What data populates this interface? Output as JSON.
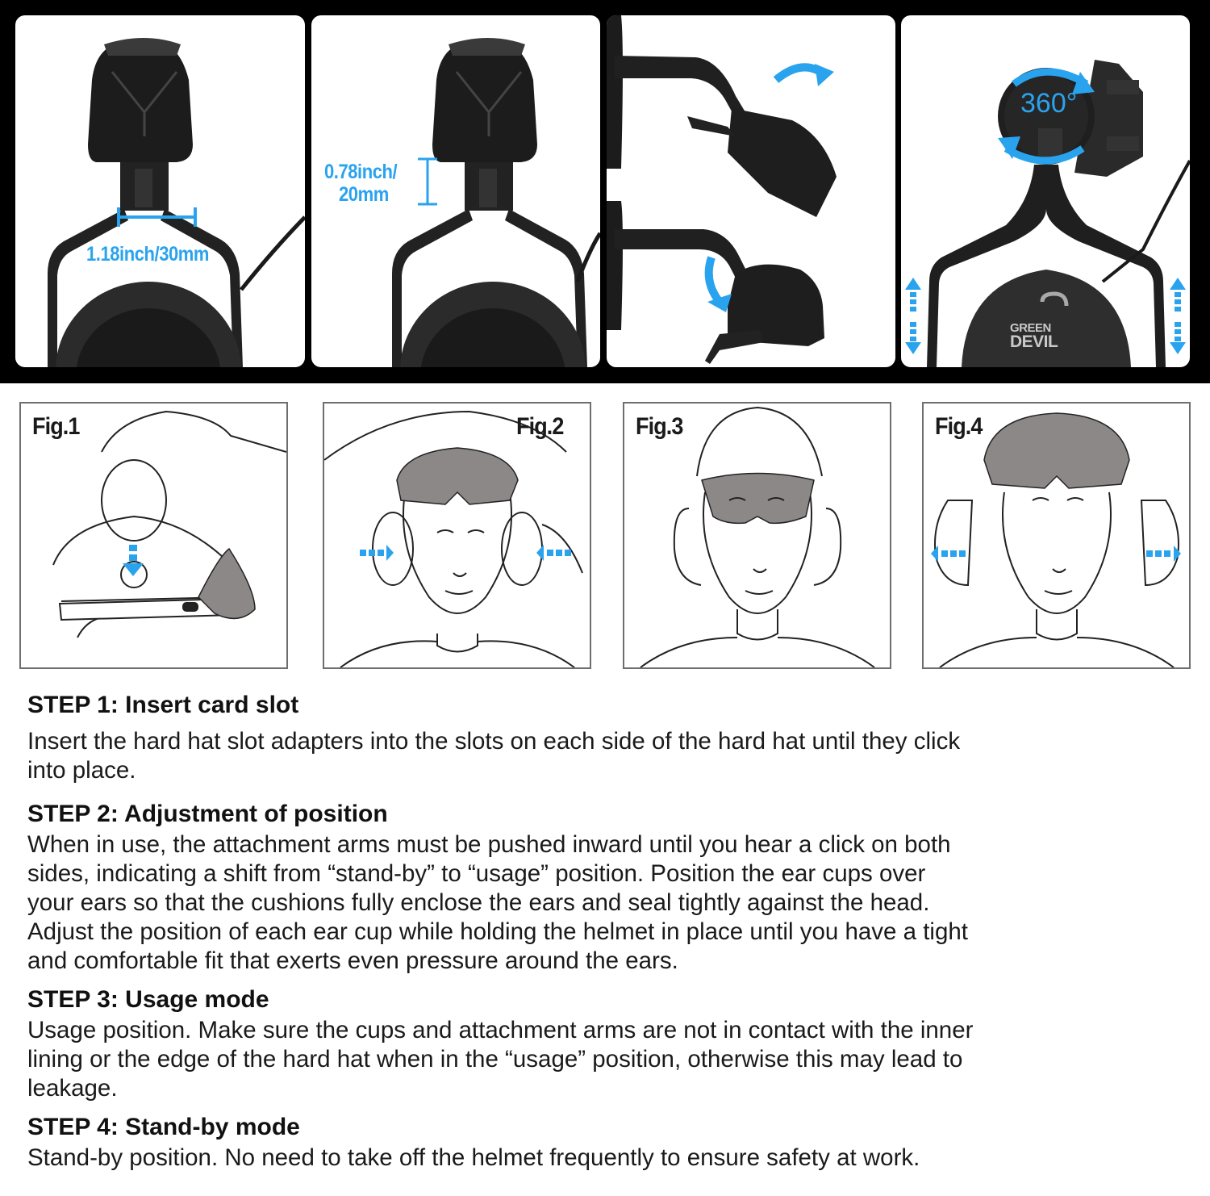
{
  "photos": [
    {
      "id": "panel-1",
      "annotation": "1.18inch/30mm",
      "description": "hard hat slot adapter width"
    },
    {
      "id": "panel-2",
      "annotation_line1": "0.78inch/",
      "annotation_line2": "20mm",
      "description": "hard hat slot adapter height"
    },
    {
      "id": "panel-3",
      "description": "attachment arm rotation between stand-by and usage positions",
      "icons": [
        "rotate-clockwise-arrow-icon",
        "rotate-down-arrow-icon"
      ]
    },
    {
      "id": "panel-4",
      "annotation": "360°",
      "brand_line1": "GREEN",
      "brand_line2": "DEVIL",
      "description": "360 degree rotation and vertical adjustment",
      "icons": [
        "rotate-360-icon",
        "vertical-adjust-arrow-icon"
      ]
    }
  ],
  "figures": [
    {
      "label": "Fig.1",
      "description": "inserting adapter into hard hat slot",
      "icons": [
        "down-arrow-icon"
      ]
    },
    {
      "label": "Fig.2",
      "description": "pushing ear cups inward",
      "icons": [
        "right-arrow-icon",
        "left-arrow-icon"
      ]
    },
    {
      "label": "Fig.3",
      "description": "usage position with visor down"
    },
    {
      "label": "Fig.4",
      "description": "stand-by position, ear cups moved outward",
      "icons": [
        "left-arrow-icon",
        "right-arrow-icon"
      ]
    }
  ],
  "steps": [
    {
      "title": "STEP 1: Insert card slot",
      "body_lines": [
        "Insert the hard hat slot adapters into the slots on each side of the hard hat until they click",
        "into place."
      ]
    },
    {
      "title": "STEP 2: Adjustment of position",
      "body_lines": [
        "When in use, the attachment arms must be pushed inward until you hear a click on both",
        "sides, indicating a shift from “stand-by” to “usage” position. Position the ear cups over",
        "your ears so that the cushions fully enclose the ears and seal tightly against the head.",
        "Adjust the position of each ear cup while holding the helmet in place until you have a tight",
        "and comfortable fit that exerts even pressure around the ears."
      ]
    },
    {
      "title": "STEP 3: Usage mode",
      "body_lines": [
        "Usage position. Make sure the cups and attachment arms are not in contact with the inner",
        "lining or the edge of the hard hat when in the “usage” position, otherwise this may lead to",
        "leakage."
      ]
    },
    {
      "title": "STEP 4: Stand-by mode",
      "body_lines": [
        "Stand-by position. No need to take off the helmet frequently to ensure safety at work."
      ]
    }
  ],
  "colors": {
    "accent_blue": "#2aa3ee",
    "band_black": "#000000",
    "product_black": "#1e1e1e",
    "visor_gray": "#8c8887",
    "frame_gray": "#6e6e6e"
  }
}
